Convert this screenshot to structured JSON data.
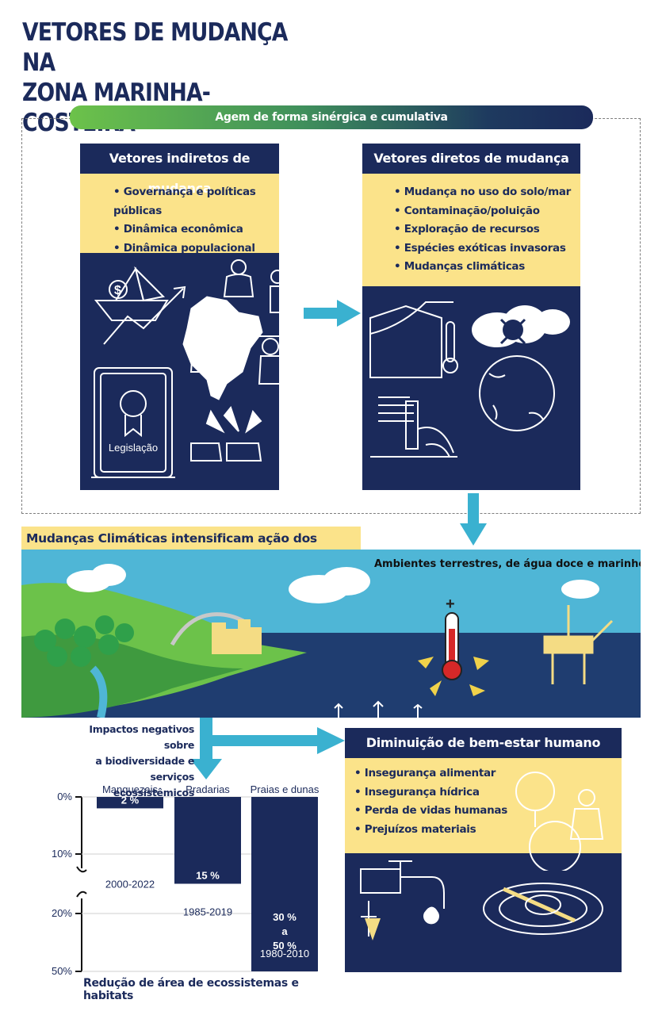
{
  "title": [
    "VETORES DE MUDANÇA NA",
    "ZONA MARINHA-COSTEIRA"
  ],
  "banner": "Agem de forma sinérgica e cumulativa",
  "indirect": {
    "title": "Vetores indiretos de mudança",
    "items": [
      "Governança e políticas públicas",
      "Dinâmica econômica",
      "Dinâmica populacional"
    ],
    "book_label": "Legislação"
  },
  "direct": {
    "title": "Vetores diretos de mudança",
    "items": [
      "Mudança no uso do solo/mar",
      "Contaminação/poluição",
      "Exploração de recursos",
      "Espécies exóticas invasoras",
      "Mudanças climáticas"
    ]
  },
  "climate_banner": "Mudanças Climáticas intensificam ação dos demais vetores",
  "environments_label": "Ambientes terrestres, de água doce e marinhos",
  "impacts_label": [
    "Impactos negativos sobre",
    "a biodiversidade e",
    "serviços ecossistêmicos"
  ],
  "wellbeing": {
    "title": "Diminuição de bem-estar humano",
    "items": [
      "Insegurança alimentar",
      "Insegurança hídrica",
      "Perda de vidas humanas",
      "Prejuízos materiais"
    ]
  },
  "chart_data": {
    "type": "bar",
    "title": "",
    "xlabel": "",
    "ylabel": "",
    "caption": "Redução de área de ecossistemas e habitats",
    "y_ticks": [
      "0%",
      "10%",
      "20%",
      "50%"
    ],
    "categories": [
      "Manguezais",
      "Pradarias",
      "Praias e dunas"
    ],
    "values_label": [
      "2 %",
      "15 %",
      "30 %\na\n50 %"
    ],
    "values": [
      2,
      15,
      50
    ],
    "value_range_praias": [
      30,
      50
    ],
    "periods": [
      "2000-2022",
      "1985-2019",
      "1980-2010"
    ],
    "axis_broken": true
  },
  "colors": {
    "navy": "#1b2a5b",
    "yellow": "#fbe38a",
    "arrow": "#3ab1d0",
    "sky": "#4fb6d6",
    "sea": "#1f3d70",
    "green": "#6cc24a"
  }
}
